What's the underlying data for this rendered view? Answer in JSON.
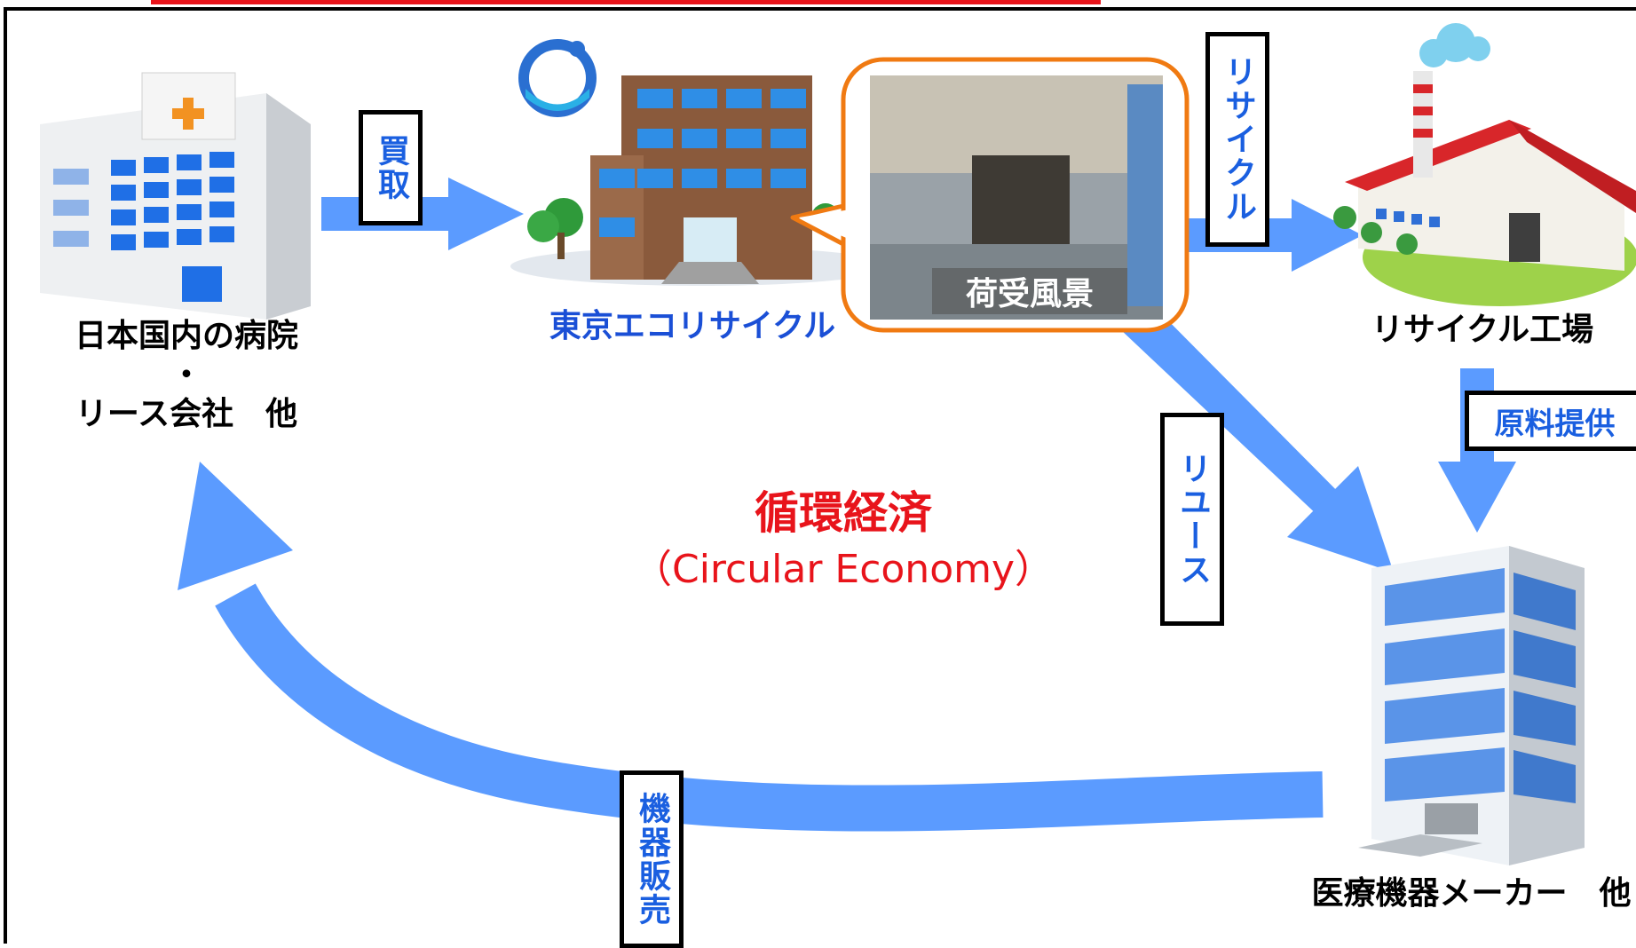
{
  "nodes": {
    "hospital": {
      "line1": "日本国内の病院",
      "line2": "・",
      "line3": "リース会社　他"
    },
    "company": {
      "name": "東京エコリサイクル"
    },
    "photo": {
      "caption": "荷受風景"
    },
    "factory": {
      "name": "リサイクル工場"
    },
    "maker": {
      "name": "医療機器メーカー　他"
    }
  },
  "edges": {
    "buy": "買取",
    "recycle": "リサイクル",
    "reuse": "リユース",
    "material": "原料提供",
    "sales": "機器販売"
  },
  "center": {
    "title": "循環経済",
    "subtitle": "（Circular Economy）"
  },
  "colors": {
    "arrow": "#5b9bff",
    "accent_red": "#e8141b",
    "label_blue": "#1a5fe0",
    "bubble_border": "#f07a12"
  }
}
